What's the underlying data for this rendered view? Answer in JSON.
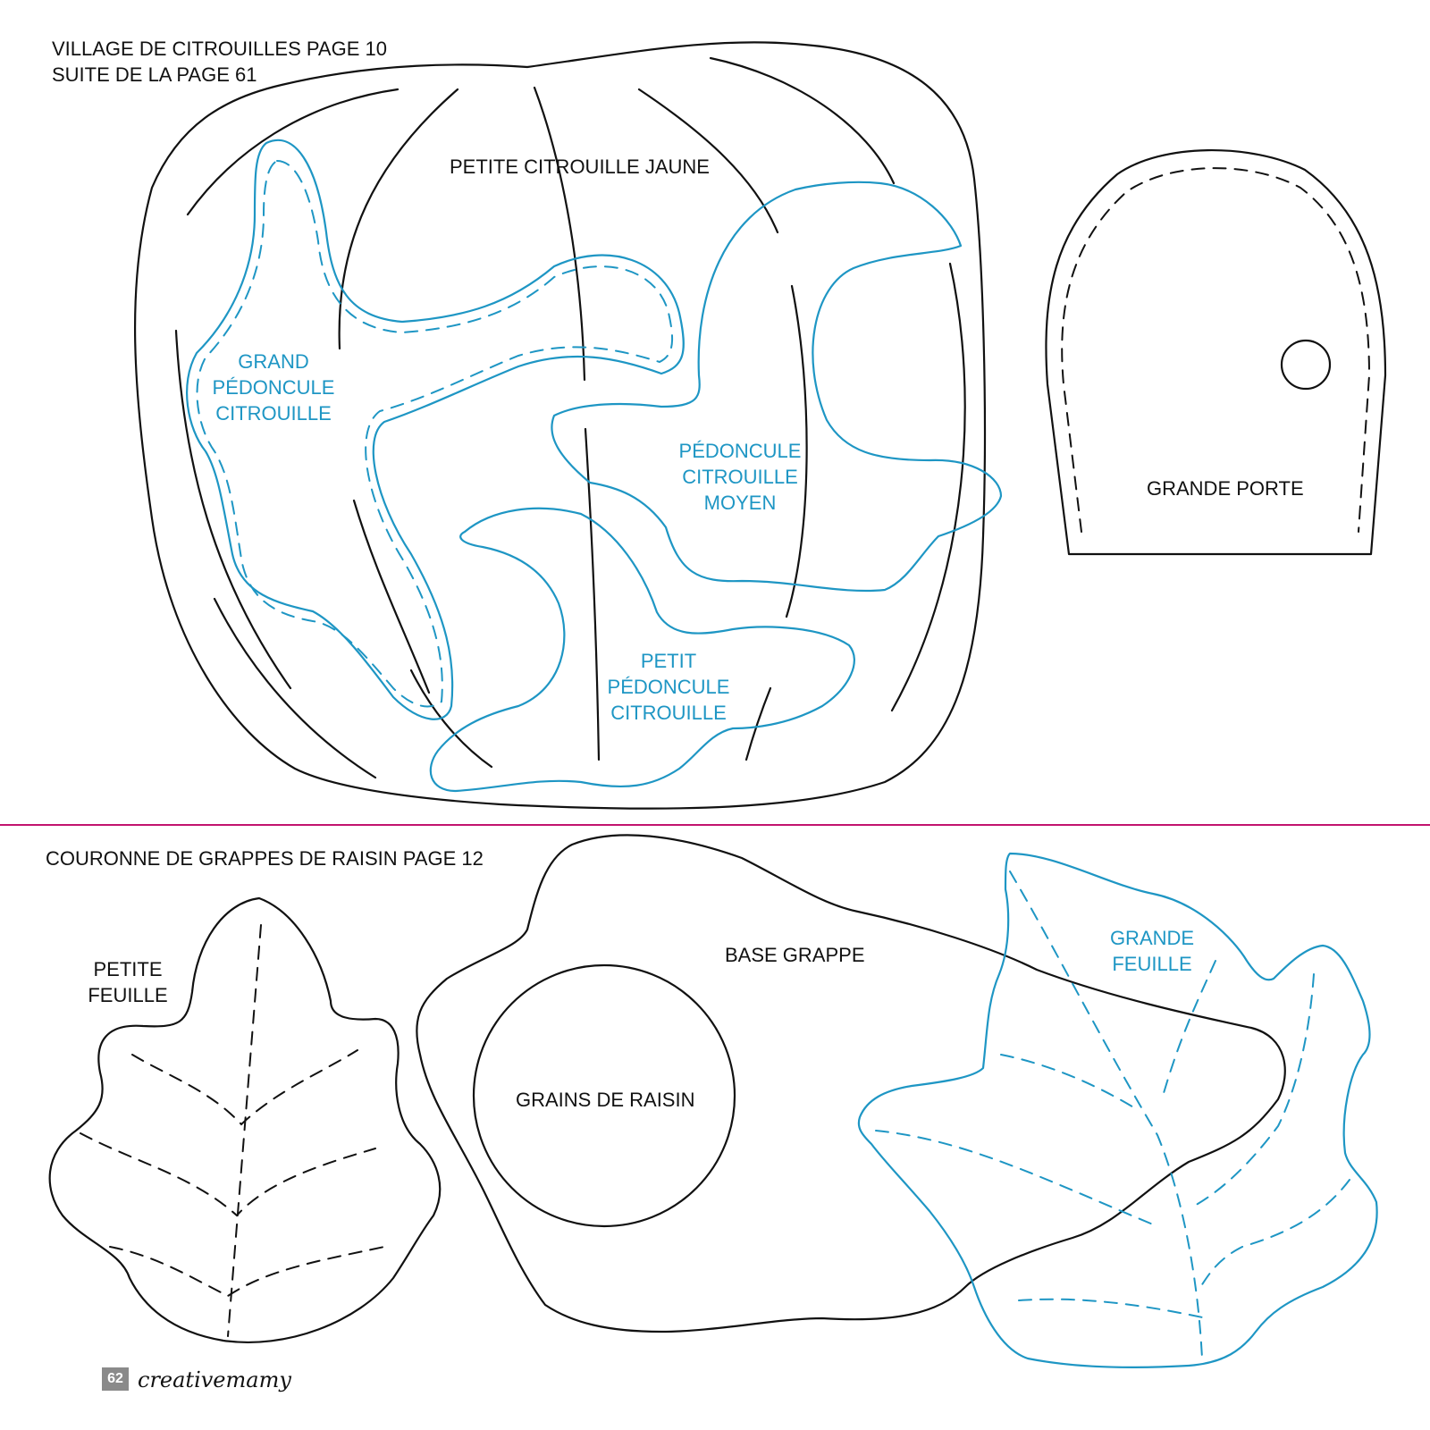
{
  "header": {
    "line1": "VILLAGE DE CITROUILLES PAGE 10",
    "line2": "SUITE DE LA PAGE 61"
  },
  "pumpkin_section": {
    "pumpkin_label": "PETITE CITROUILLE JAUNE",
    "grand_stem": [
      "GRAND",
      "PÉDONCULE",
      "CITROUILLE"
    ],
    "medium_stem": [
      "PÉDONCULE",
      "CITROUILLE",
      "MOYEN"
    ],
    "small_stem": [
      "PETIT",
      "PÉDONCULE",
      "CITROUILLE"
    ],
    "door_label": "GRANDE PORTE"
  },
  "grape_section": {
    "title": "COURONNE DE GRAPPES DE RAISIN PAGE 12",
    "small_leaf": [
      "PETITE",
      "FEUILLE"
    ],
    "base_label": "BASE GRAPPE",
    "grapes_label": "GRAINS DE RAISIN",
    "large_leaf": [
      "GRANDE",
      "FEUILLE"
    ]
  },
  "footer": {
    "page_number": "62",
    "brand": "creativemamy"
  },
  "colors": {
    "outline": "#111111",
    "blue_pieces": "#1e96c4",
    "divider": "#c2136e",
    "page_box": "#8a8a8a"
  }
}
